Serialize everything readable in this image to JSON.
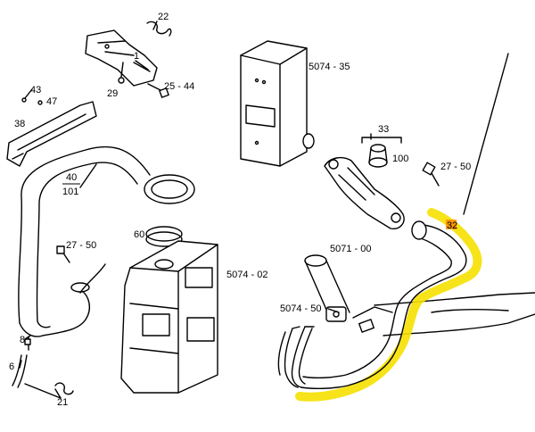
{
  "labels": {
    "p22": "22",
    "p1": "1",
    "p43": "43",
    "p47": "47",
    "p29": "29",
    "p25_44": "25 - 44",
    "p38": "38",
    "p40": "40",
    "p101": "101",
    "p60": "60",
    "p27_50_left": "27 - 50",
    "p5074_02": "5074 - 02",
    "p8": "8",
    "p6": "6",
    "p21": "21",
    "p5074_35": "5074 - 35",
    "p33": "33",
    "p100": "100",
    "p27_50_right": "27 - 50",
    "p32": "32",
    "p5071_00": "5071 - 00",
    "p5074_50": "5074 - 50"
  },
  "colors": {
    "highlight": "#f6e000",
    "callout_marker": "#ff8a00",
    "line": "#000000"
  }
}
